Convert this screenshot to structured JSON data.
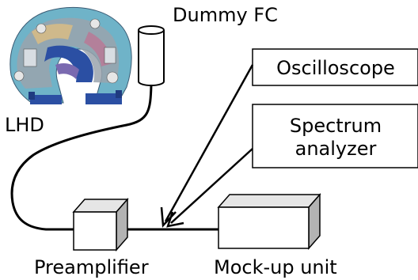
{
  "labels": {
    "lhd": "LHD",
    "dummy_fc": "Dummy FC",
    "oscilloscope": "Oscilloscope",
    "spectrum_line1": "Spectrum",
    "spectrum_line2": "analyzer",
    "preamplifier": "Preamplifier",
    "mockup": "Mock-up unit"
  },
  "colors": {
    "lhd_blue": "#2b4fa3",
    "lhd_cyan": "#6fb3c8",
    "lhd_grey": "#9aa3ad",
    "box_side": "#b3b3b3",
    "box_top": "#e6e6e6"
  }
}
